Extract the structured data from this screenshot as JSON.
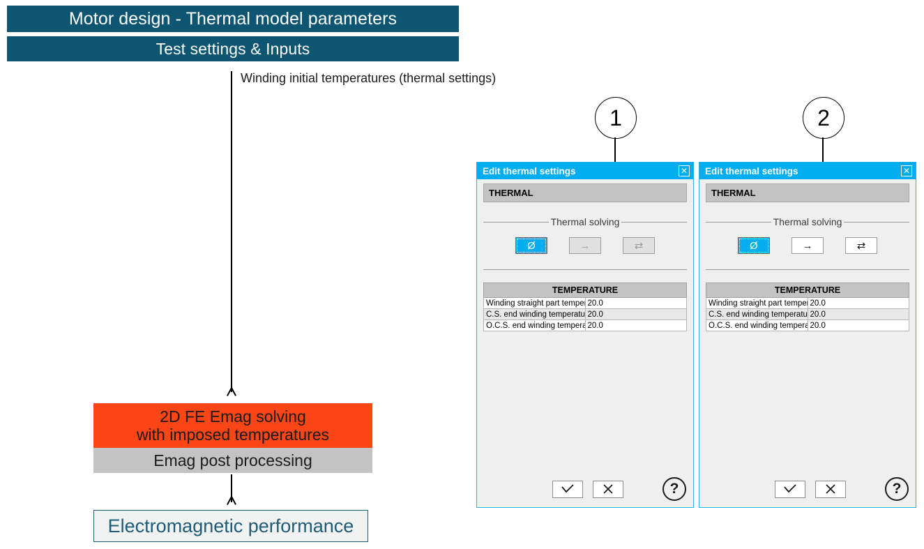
{
  "flow": {
    "banner_title": "Motor design - Thermal model parameters",
    "banner_subtitle": "Test settings & Inputs",
    "connector_label": "Winding initial temperatures (thermal settings)",
    "box_emag_line1": "2D FE Emag solving",
    "box_emag_line2": "with imposed temperatures",
    "box_post": "Emag post processing",
    "box_performance": "Electromagnetic performance",
    "colors": {
      "banner": "#0d5571",
      "emag": "#fa4616",
      "post": "#c3c3c3",
      "performance_bg": "#f1f2f2",
      "performance_text": "#1d5c78"
    }
  },
  "callouts": [
    {
      "number": "1"
    },
    {
      "number": "2"
    }
  ],
  "dialogs": [
    {
      "title": "Edit thermal settings",
      "close_icon": "✕",
      "section": "THERMAL",
      "group_legend": "Thermal solving",
      "modes": [
        {
          "icon": "Ø",
          "name": "no-thermal-solving",
          "state": "active"
        },
        {
          "icon": "→",
          "name": "one-way-coupling",
          "state": "disabled"
        },
        {
          "icon": "⇄",
          "name": "two-way-coupling",
          "state": "disabled"
        }
      ],
      "table": {
        "header": "TEMPERATURE",
        "rows": [
          {
            "label": "Winding straight part temperature (°C)",
            "value": "20.0"
          },
          {
            "label": "C.S. end winding temperature (°C)",
            "value": "20.0"
          },
          {
            "label": "O.C.S. end winding temperature (°C)",
            "value": "20.0"
          }
        ]
      },
      "footer": {
        "confirm_icon": "✓",
        "cancel_icon": "✕",
        "help_icon": "?"
      }
    },
    {
      "title": "Edit thermal settings",
      "close_icon": "✕",
      "section": "THERMAL",
      "group_legend": "Thermal solving",
      "modes": [
        {
          "icon": "Ø",
          "name": "no-thermal-solving",
          "state": "active"
        },
        {
          "icon": "→",
          "name": "one-way-coupling",
          "state": "enabled"
        },
        {
          "icon": "⇄",
          "name": "two-way-coupling",
          "state": "enabled"
        }
      ],
      "table": {
        "header": "TEMPERATURE",
        "rows": [
          {
            "label": "Winding straight part temperature (°C)",
            "value": "20.0"
          },
          {
            "label": "C.S. end winding temperature (°C)",
            "value": "20.0"
          },
          {
            "label": "O.C.S. end winding temperature (°C)",
            "value": "20.0"
          }
        ]
      },
      "footer": {
        "confirm_icon": "✓",
        "cancel_icon": "✕",
        "help_icon": "?"
      }
    }
  ]
}
